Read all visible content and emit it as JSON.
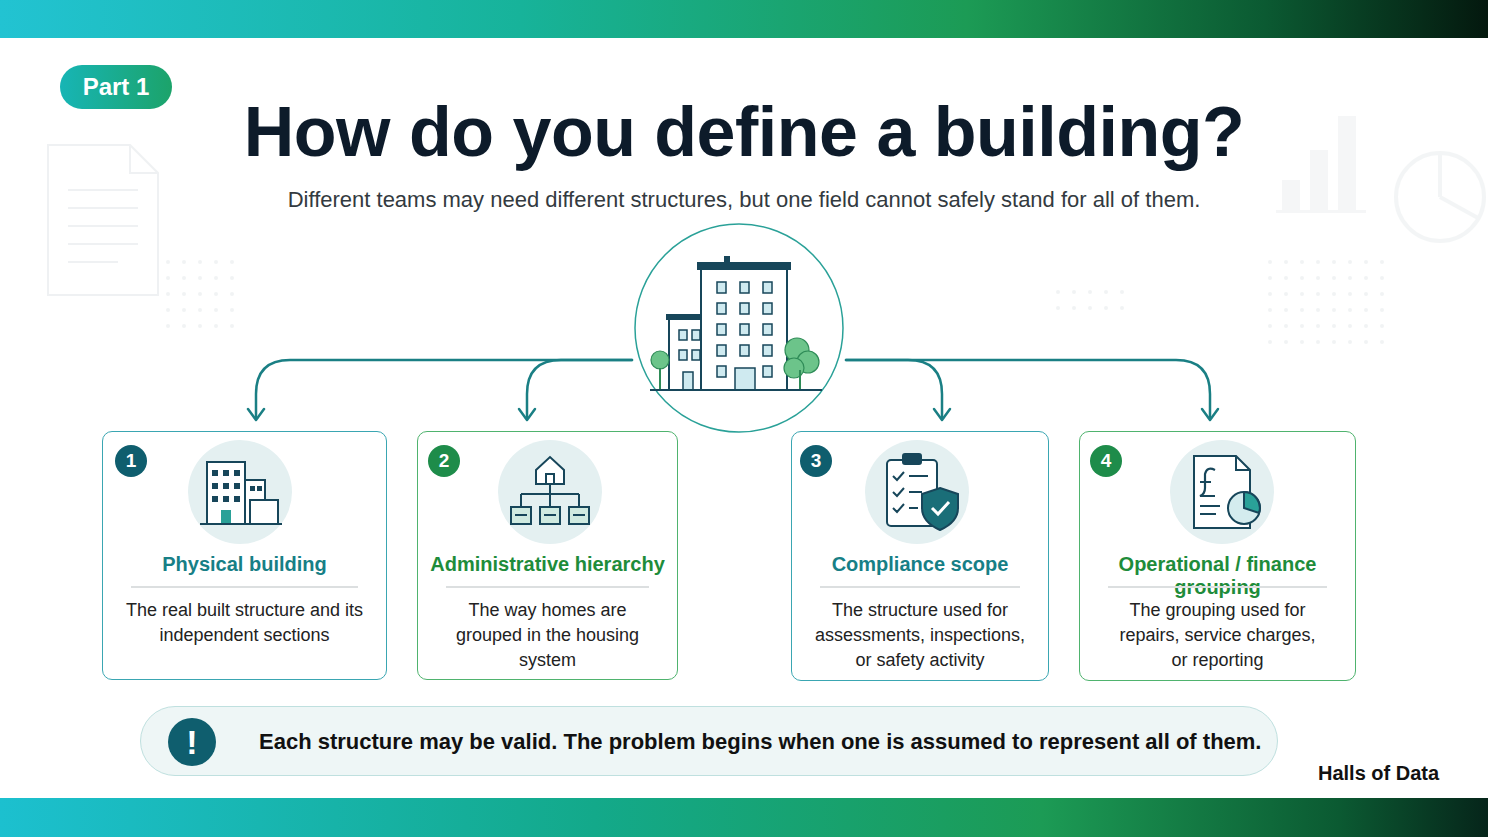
{
  "diagram": {
    "title": "How do you define a building?",
    "caption": "Different teams may need different structures, but one field cannot safely stand for all of them.",
    "nodes": [
      {
        "text": [
          "Part 1"
        ]
      },
      {
        "text": [
          "Physical building",
          "The real built structure and its independent sections"
        ]
      },
      {
        "text": [
          "1"
        ],
        "in": 1
      },
      {
        "text": [
          "Administrative hierarchy",
          "The way homes are grouped in the housing system"
        ]
      },
      {
        "text": [
          "2"
        ],
        "in": 3
      },
      {
        "text": [
          "Compliance scope",
          "The structure used for assessments, inspections, or safety activity"
        ]
      },
      {
        "text": [
          "3"
        ],
        "in": 5
      },
      {
        "text": [
          "Operational / finance grouping",
          "The grouping used for repairs, service charges, or reporting"
        ]
      },
      {
        "text": [
          "4"
        ],
        "in": 7
      },
      {
        "text": [
          "Each structure may be valid. The problem begins when one is assumed to represent all of them."
        ]
      },
      {
        "text": [
          "!"
        ],
        "in": 9
      }
    ],
    "labels": [
      "Halls of Data"
    ]
  }
}
